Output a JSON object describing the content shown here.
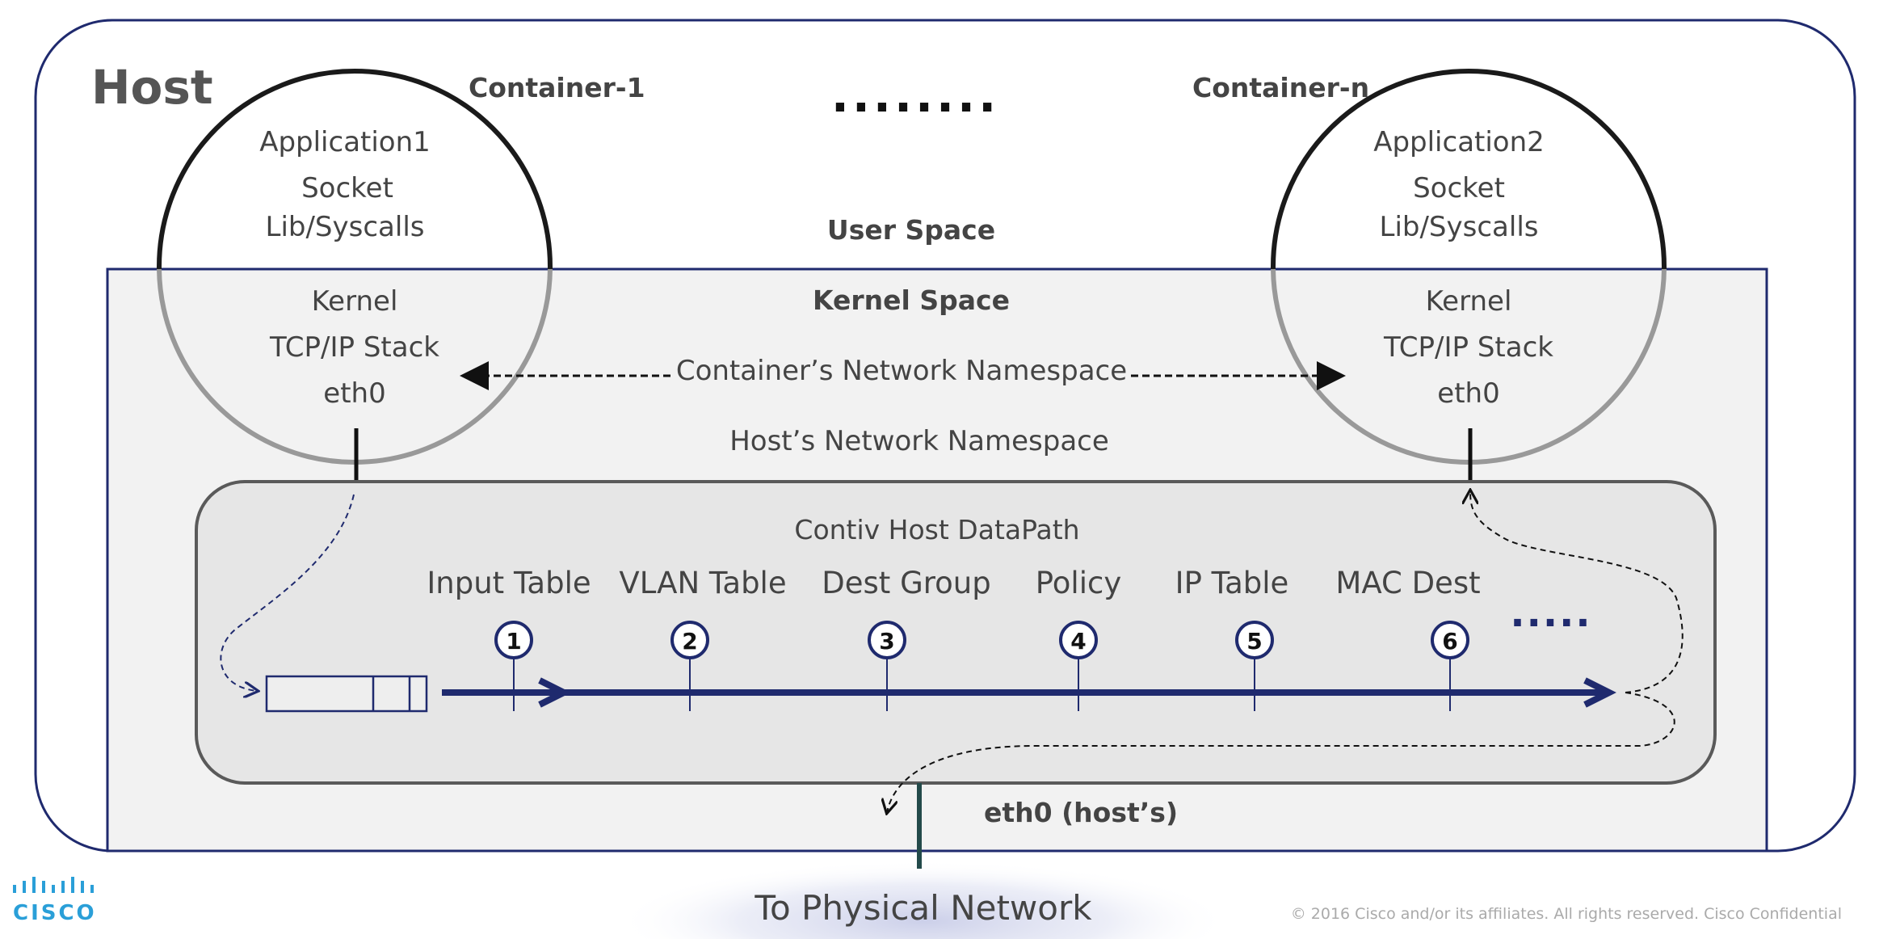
{
  "host": {
    "title": "Host"
  },
  "containers": [
    {
      "label": "Container-1",
      "app": "Application1",
      "socket": "Socket",
      "lib": "Lib/Syscalls",
      "kernel": "Kernel",
      "stack": "TCP/IP Stack",
      "iface": "eth0"
    },
    {
      "label": "Container-n",
      "app": "Application2",
      "socket": "Socket",
      "lib": "Lib/Syscalls",
      "kernel": "Kernel",
      "stack": "TCP/IP Stack",
      "iface": "eth0"
    }
  ],
  "ellipsis_top": "........",
  "user_space": "User Space",
  "kernel_space": "Kernel Space",
  "container_ns": "Container’s Network Namespace",
  "host_ns": "Host’s Network Namespace",
  "datapath": {
    "title": "Contiv Host DataPath",
    "tables": [
      {
        "num": "1",
        "label": "Input Table"
      },
      {
        "num": "2",
        "label": "VLAN Table"
      },
      {
        "num": "3",
        "label": "Dest Group"
      },
      {
        "num": "4",
        "label": "Policy"
      },
      {
        "num": "5",
        "label": "IP Table"
      },
      {
        "num": "6",
        "label": "MAC Dest"
      }
    ],
    "more": "....."
  },
  "host_iface": "eth0 (host’s)",
  "physical": "To Physical Network",
  "footer": {
    "logo": "CISCO",
    "copyright": "© 2016  Cisco and/or its affiliates. All rights reserved.   Cisco Confidential"
  },
  "colors": {
    "navy": "#1f2a6e",
    "text": "#444444",
    "circle_dark": "#1a1a1a",
    "circle_light": "#999999"
  }
}
